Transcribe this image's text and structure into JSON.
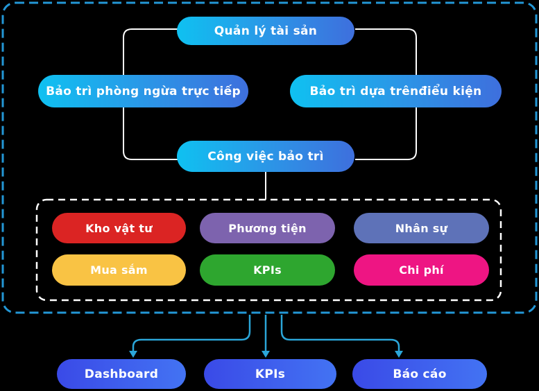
{
  "diagram": {
    "nodes": {
      "root": "Quản lý tài sản",
      "preventive": "Bảo trì phòng ngừa trực tiếp",
      "condition": "Bảo trì dựa trênđiểu kiện",
      "work": "Công việc bảo trì"
    },
    "modules": [
      {
        "label": "Kho vật tư",
        "color": "#db2423"
      },
      {
        "label": "Phương tiện",
        "color": "#7d63ae"
      },
      {
        "label": "Nhân sự",
        "color": "#5e72b8"
      },
      {
        "label": "Mua sắm",
        "color": "#f9c344"
      },
      {
        "label": "KPIs",
        "color": "#2ea62f"
      },
      {
        "label": "Chi phí",
        "color": "#ee1583"
      }
    ],
    "outputs": [
      {
        "label": "Dashboard"
      },
      {
        "label": "KPIs"
      },
      {
        "label": "Báo cáo"
      }
    ],
    "colors": {
      "outer_dashed_border": "#2397d6",
      "inner_dashed_border": "#ffffff",
      "connector_white": "#ffffff",
      "connector_cyan": "#2ba6d9",
      "gradient_pill_start": "#0fc1f1",
      "gradient_pill_end": "#3e6fdd",
      "output_pill_start": "#3a4ae7",
      "output_pill_end": "#4373f3",
      "background": "#000000"
    }
  }
}
